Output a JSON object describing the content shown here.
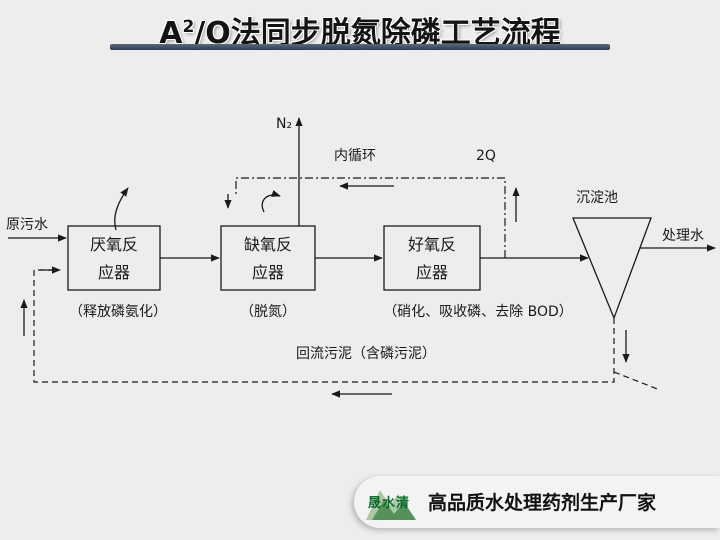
{
  "title": {
    "prefix": "A",
    "superscript": "2",
    "rest": "/O法同步脱氮除磷工艺流程"
  },
  "diagram": {
    "inflow_label": "原污水",
    "anaerobic": {
      "line1": "厌氧反",
      "line2": "应器",
      "caption": "（释放磷氨化）"
    },
    "anoxic": {
      "line1": "缺氧反",
      "line2": "应器",
      "caption": "（脱氮）"
    },
    "aerobic": {
      "line1": "好氧反",
      "line2": "应器",
      "caption": "（硝化、吸收磷、去除 BOD）"
    },
    "settling_tank_label": "沉淀池",
    "outflow_label": "处理水",
    "n2_label": "N₂",
    "internal_recycle_label": "内循环",
    "recycle_ratio_label": "2Q",
    "return_sludge_label": "回流污泥（含磷污泥）"
  },
  "brand": {
    "logo_text": "晟水清",
    "slogan": "高品质水处理药剂生产厂家"
  },
  "colors": {
    "background": "#ededed",
    "line": "#1a1a1a",
    "title_bar": "#3d4a60",
    "logo_green": "#0a6a2a"
  }
}
